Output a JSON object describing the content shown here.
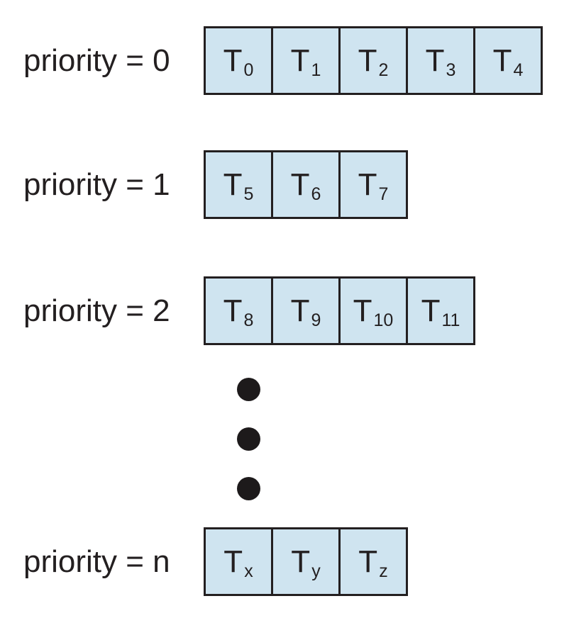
{
  "colors": {
    "background": "#ffffff",
    "box_fill": "#cfe4f0",
    "box_border": "#231f20",
    "text": "#231f20",
    "dot": "#1d1a1b"
  },
  "queues": [
    {
      "label": "priority = 0",
      "tasks": [
        {
          "base": "T",
          "sub": "0"
        },
        {
          "base": "T",
          "sub": "1"
        },
        {
          "base": "T",
          "sub": "2"
        },
        {
          "base": "T",
          "sub": "3"
        },
        {
          "base": "T",
          "sub": "4"
        }
      ]
    },
    {
      "label": "priority = 1",
      "tasks": [
        {
          "base": "T",
          "sub": "5"
        },
        {
          "base": "T",
          "sub": "6"
        },
        {
          "base": "T",
          "sub": "7"
        }
      ]
    },
    {
      "label": "priority = 2",
      "tasks": [
        {
          "base": "T",
          "sub": "8"
        },
        {
          "base": "T",
          "sub": "9"
        },
        {
          "base": "T",
          "sub": "10"
        },
        {
          "base": "T",
          "sub": "11"
        }
      ]
    },
    {
      "label": "priority = n",
      "tasks": [
        {
          "base": "T",
          "sub": "x"
        },
        {
          "base": "T",
          "sub": "y"
        },
        {
          "base": "T",
          "sub": "z"
        }
      ]
    }
  ],
  "ellipsis": {
    "dot_count": 3
  }
}
